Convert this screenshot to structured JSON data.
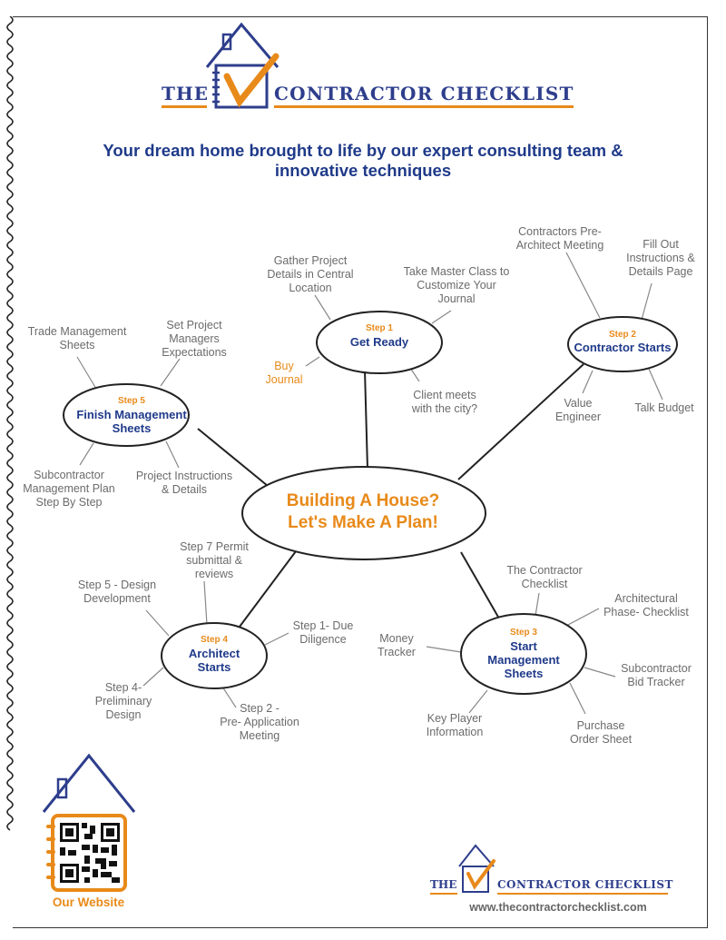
{
  "brand": {
    "the": "THE",
    "name": "CONTRACTOR CHECKLIST"
  },
  "headline": "Your dream home brought to life by our expert consulting team &\ninnovative techniques",
  "center": "Building A House?\nLet's Make A Plan!",
  "steps": [
    {
      "tag": "Step 1",
      "title": "Get Ready"
    },
    {
      "tag": "Step 2",
      "title": "Contractor Starts"
    },
    {
      "tag": "Step 3",
      "title": "Start\nManagement\nSheets"
    },
    {
      "tag": "Step 4",
      "title": "Architect\nStarts"
    },
    {
      "tag": "Step 5",
      "title": "Finish Management\nSheets"
    }
  ],
  "step1_items": {
    "gather": "Gather Project\nDetails in Central\nLocation",
    "master": "Take Master Class to\nCustomize Your\nJournal",
    "buy": "Buy\nJournal",
    "client": "Client meets\nwith the city?"
  },
  "step2_items": {
    "pre_meeting": "Contractors Pre-\nArchitect Meeting",
    "fill_out": "Fill Out\nInstructions &\nDetails Page",
    "value": "Value\nEngineer",
    "budget": "Talk Budget"
  },
  "step3_items": {
    "checklist": "The Contractor\nChecklist",
    "arch_phase": "Architectural\nPhase- Checklist",
    "money": "Money\nTracker",
    "bid": "Subcontractor\nBid Tracker",
    "key_player": "Key Player\nInformation",
    "purchase": "Purchase\nOrder Sheet"
  },
  "step4_items": {
    "permit": "Step 7 Permit\nsubmittal &\nreviews",
    "design_dev": "Step 5 - Design\nDevelopment",
    "due": "Step 1- Due\nDiligence",
    "prelim": "Step 4-\nPreliminary\nDesign",
    "pre_app": "Step 2 -\nPre- Application\nMeeting"
  },
  "step5_items": {
    "trade": "Trade Management\nSheets",
    "set_pm": "Set Project\nManagers\nExpectations",
    "subcontractor": "Subcontractor\nManagement Plan\nStep By Step",
    "project_instr": "Project Instructions\n& Details"
  },
  "footer": {
    "website_label": "Our Website",
    "url": "www.thecontractorchecklist.com"
  },
  "colors": {
    "navy": "#2e3e8c",
    "orange": "#e88a1a",
    "gray": "#6b6b6b"
  }
}
